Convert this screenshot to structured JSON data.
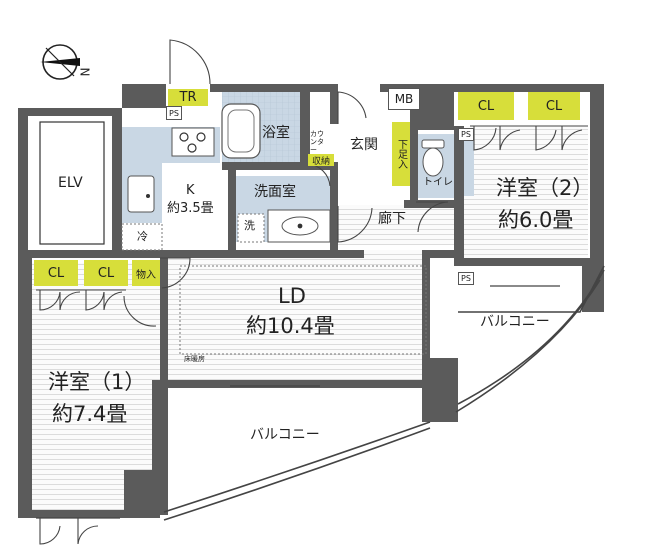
{
  "compass_letter": "N",
  "rooms": {
    "elv": "ELV",
    "kitchen_name": "K",
    "kitchen_size": "約3.5畳",
    "bath": "浴室",
    "wash_room": "洗面室",
    "entrance": "玄関",
    "corridor": "廊下",
    "toilet": "トイレ",
    "ld_name": "LD",
    "ld_size": "約10.4畳",
    "western2_name": "洋室（2）",
    "western2_size": "約6.0畳",
    "western1_name": "洋室（1）",
    "western1_size": "約7.4畳",
    "balcony_left": "バルコニー",
    "balcony_right": "バルコニー"
  },
  "tags": {
    "tr": "TR",
    "ps_top": "PS",
    "ps_right_top": "PS",
    "ps_right_bottom": "PS",
    "mb": "MB",
    "cl_1": "CL",
    "cl_2": "CL",
    "cl_3": "CL",
    "cl_4": "CL",
    "storage_in": "物入",
    "counter": "カウンター",
    "storage": "収納",
    "shoe_box": "下足入",
    "fridge": "冷",
    "washer": "洗",
    "floor_heating": "床暖房"
  },
  "colors": {
    "wall": "#5b5b5b",
    "accent_yellow": "#d7de3a",
    "wet_area": "#c9d7e4",
    "floor_lines": "#d8d8d8"
  }
}
